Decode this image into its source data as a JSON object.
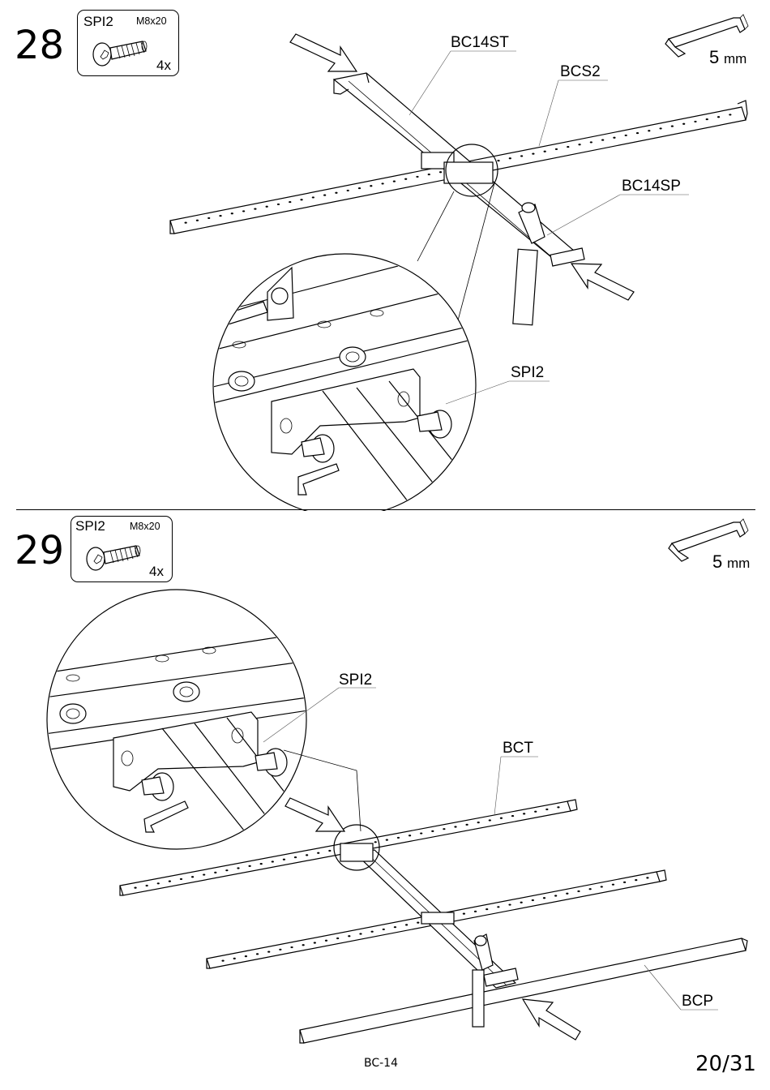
{
  "steps": [
    {
      "number": "28",
      "part": {
        "code": "SPI2",
        "size": "M8x20",
        "qty": "4x"
      },
      "tool": {
        "size": "5",
        "unit": "mm"
      },
      "labels": {
        "a": "BC14ST",
        "b": "BCS2",
        "c": "BC14SP",
        "d": "SPI2"
      }
    },
    {
      "number": "29",
      "part": {
        "code": "SPI2",
        "size": "M8x20",
        "qty": "4x"
      },
      "tool": {
        "size": "5",
        "unit": "mm"
      },
      "labels": {
        "a": "SPI2",
        "b": "BCT",
        "c": "BCP"
      }
    }
  ],
  "footer": {
    "model": "BC-14",
    "page": "20/31"
  },
  "icons": [
    "hex-key-icon",
    "screw-icon",
    "insert-arrow-icon"
  ]
}
